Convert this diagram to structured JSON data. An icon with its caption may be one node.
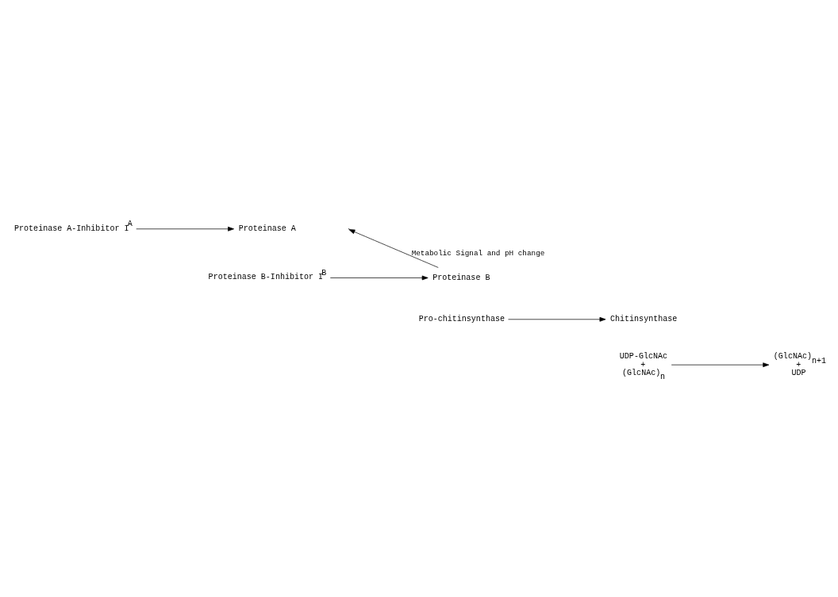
{
  "diagram": {
    "nodes": [
      {
        "text": [
          "Proteinase A-Inhibitor I$^{A}$"
        ]
      },
      {
        "text": [
          "Proteinase A"
        ]
      },
      {
        "text": [
          "Proteinase B-Inhibitor I$^{B}$"
        ]
      },
      {
        "text": [
          "Proteinase B"
        ]
      },
      {
        "text": [
          "Pro-chitinsynthase"
        ]
      },
      {
        "text": [
          "Chitinsynthase"
        ]
      },
      {
        "text": [
          "UDP-GlcNAc",
          "+",
          "(GlcNAc)$_{n}$"
        ]
      },
      {
        "text": [
          "(GlcNAc)$_{n+1}$",
          "+",
          "UDP"
        ]
      }
    ],
    "edges": [
      {
        "from": 3,
        "to": null,
        "arrow": "to",
        "label": "Metabolic Signal and pH change"
      },
      {
        "from": 0,
        "to": 1,
        "arrow": "to"
      },
      {
        "from": 2,
        "to": 3,
        "arrow": "to"
      },
      {
        "from": 4,
        "to": 5,
        "arrow": "to"
      },
      {
        "from": 6,
        "to": 7,
        "arrow": "to"
      }
    ]
  }
}
